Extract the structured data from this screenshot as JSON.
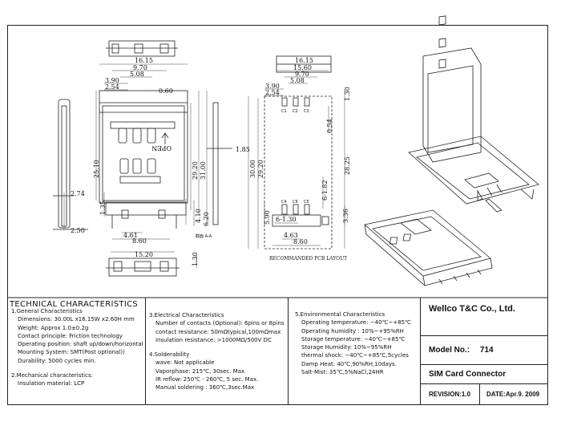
{
  "drawing": {
    "front": {
      "dims": {
        "w1615": "16.15",
        "w970": "9.70",
        "w508": "5.08",
        "w390": "3.90",
        "w254": "2.54",
        "w060": "0.60",
        "h2510": "25.10",
        "h2920": "29.20",
        "h3100": "31.00",
        "h410": "4.10",
        "h620": "6.20",
        "h135": "1.35",
        "w461": "4.61",
        "w860": "8.60",
        "h185": "1.85"
      },
      "open_label": "OPEN",
      "section_label": "截面 A-A"
    },
    "side": {
      "dims": {
        "h274": "2.74",
        "h250": "2.50"
      }
    },
    "bottom": {
      "dims": {
        "w1520": "15.20",
        "h130": "1.30"
      }
    },
    "pcb": {
      "dims": {
        "w1615": "16.15",
        "w1560": "15.60",
        "w970": "9.70",
        "w508": "5.08",
        "w390": "3.90",
        "w254": "2.54",
        "h130": "1.30",
        "h054": "0.54",
        "h3000": "30.00",
        "h2920": "29.20",
        "h2825": "28.25",
        "h182": "6-1.82",
        "h590": "5.90",
        "w130": "6-1.30",
        "h336": "3.36",
        "w463": "4.63",
        "w860": "8.60"
      },
      "pads_top": [
        "C1",
        "C2",
        "C3"
      ],
      "pads_bottom": [
        "C4",
        "C6",
        "C5"
      ],
      "caption": "RECOMMANDED PCB LAYOUT"
    }
  },
  "specs": {
    "heading": "TECHNICAL CHARACTERISTICS",
    "general": {
      "title": "1.General Characteristics",
      "lines": [
        "Dimensions: 30.00L x16.15W x2.60H mm",
        "Weight: Approx 1.0±0.2g",
        "Contact principle: Friction technology",
        "Operating position: shaft up/down/horizontal",
        "Mounting System: SMT(Post optional))",
        "Durability: 5000 cycles min."
      ]
    },
    "mechanical": {
      "title": "2.Mechanical characteristics:",
      "lines": [
        "Insulation material: LCP"
      ]
    },
    "electrical": {
      "title": "3.Electrical Characteristics",
      "lines": [
        "Number of contacts (Optional): 6pins or 8pins",
        "contact resistance: 50mΩtypical,100mΩmax",
        "insulation resistance: >1000MΩ/500V DC"
      ]
    },
    "solderability": {
      "title": "4.Solderability",
      "lines": [
        "wave: Not applicable",
        "Vaporphase: 215℃, 30sec. Max",
        "IR reflow: 250℃ - 260℃, 5 sec. Max.",
        "Manual soldering : 360℃,3sec.Max"
      ]
    },
    "environmental": {
      "title": "5.Environmental Characteristics",
      "lines": [
        "Operating temperature: −40℃~+85℃",
        "Operating humidity : 10%~+95%RH",
        "Storage temperature: −40℃~+85℃",
        "Storage Humidity: 10%~95%RH",
        "thermal shock: −40℃~+85℃,5cycles",
        "Damp Heat: 40℃,90%RH,10days.",
        "Salt-Mist: 35℃,5%NaCl,24HR"
      ]
    }
  },
  "title_block": {
    "company": "Wellco T&C Co., Ltd.",
    "model_label": "Model No.:",
    "model_value": "714",
    "description": "SIM Card Connector",
    "revision": "REVISION:1.0",
    "date": "DATE:Apr.9. 2009"
  }
}
